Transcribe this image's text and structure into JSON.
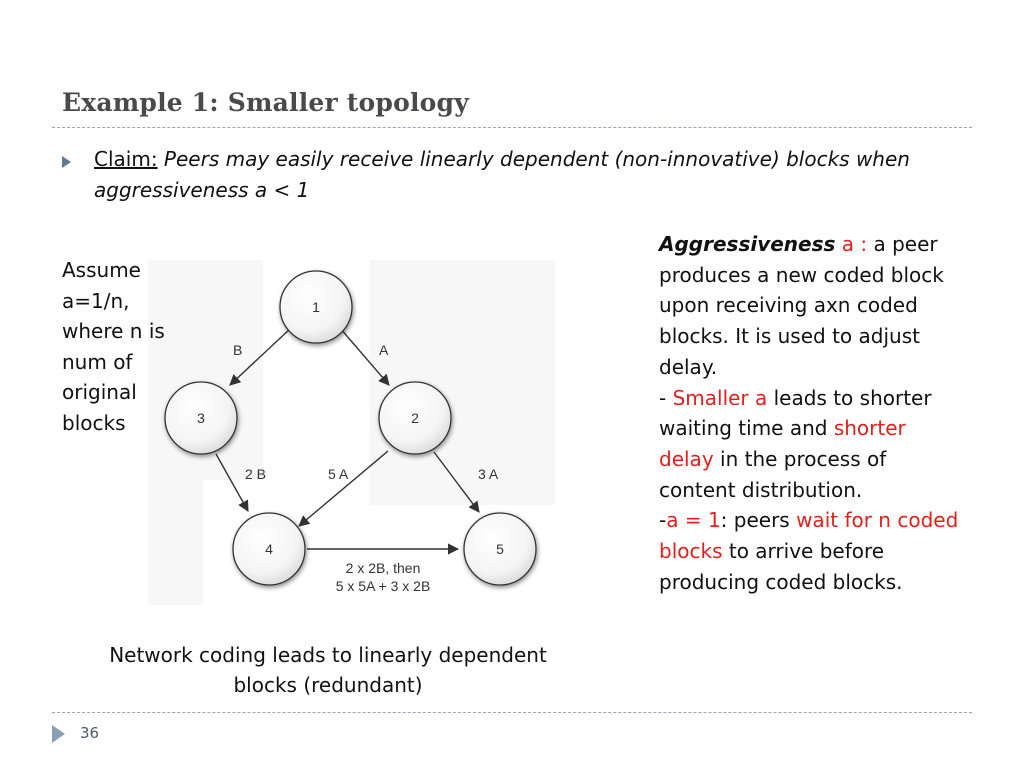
{
  "slide": {
    "title": "Example 1: Smaller topology",
    "page_number": "36"
  },
  "claim": {
    "label": "Claim:",
    "text": "Peers may easily receive linearly dependent (non-innovative) blocks when aggressiveness a < 1"
  },
  "assume": {
    "lines": [
      "Assume",
      "a=1/n,",
      "where n is",
      "num of",
      "original",
      "blocks"
    ]
  },
  "diagram": {
    "nodes": [
      "1",
      "2",
      "3",
      "4",
      "5"
    ],
    "edge_labels": {
      "e1_3": "B",
      "e1_2": "A",
      "e3_4": "2 B",
      "e2_4": "5 A",
      "e2_5": "3 A"
    },
    "e4_5_lines": [
      "2 x 2B, then",
      "5 x 5A + 3 x 2B"
    ]
  },
  "caption": "Network coding leads to linearly dependent blocks (redundant)",
  "sidebar": {
    "p1_term": "Aggressiveness",
    "p1_var": "a :",
    "p1_rest": "a peer produces a new coded block upon receiving axn coded blocks. It is used to adjust delay.",
    "p2_dash": "-",
    "p2_red": "Smaller a",
    "p2_mid": "leads to shorter waiting time and",
    "p2_red2": "shorter delay",
    "p2_end": "in the process of content distribution.",
    "p3_dash": "-",
    "p3_red": "a = 1",
    "p3_mid": ": peers",
    "p3_red2": "wait for n coded blocks",
    "p3_end": "to arrive before producing coded blocks."
  },
  "colors": {
    "title": "#4a4a4a",
    "accent_red": "#e0201b",
    "bullet": "#5f7a95",
    "rule": "#9aa6b2"
  }
}
